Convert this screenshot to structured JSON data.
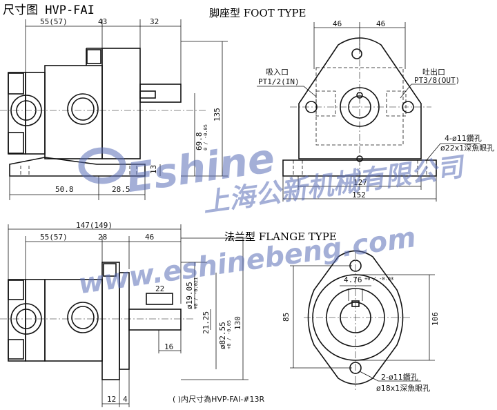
{
  "title": "尺寸图 HVP-FAI",
  "foot_type": {
    "header": "脚座型 FOOT TYPE",
    "side_dims": {
      "d1": "55(57)",
      "d2": "43",
      "d3": "32",
      "d4": "50.8",
      "d5": "28.5",
      "d6": "135",
      "d7": "69.8",
      "d7_tol": "0 / -0.05",
      "d8": "13"
    },
    "front_dims": {
      "w1": "46",
      "w2": "46",
      "w3": "127",
      "w4": "152"
    },
    "inlet_label": "吸入口",
    "inlet_port": "PT1/2(IN)",
    "outlet_label": "吐出口",
    "outlet_port": "PT3/8(OUT)",
    "hole_note1": "4-ø11鑽孔",
    "hole_note2": "ø22x1深魚眼孔"
  },
  "flange_type": {
    "header": "法兰型 FLANGE TYPE",
    "side_dims": {
      "d1": "147(149)",
      "d2": "55(57)",
      "d3": "28",
      "d4": "46",
      "d5": "22",
      "d6": "21.25",
      "d7": "16",
      "d8": "12",
      "d9": "4",
      "d10": "130"
    },
    "shaft_dia": "ø19.05",
    "shaft_tol": "+0 / -0.021",
    "pilot_dia": "ø82.55",
    "pilot_tol": "+0 / -0.05",
    "key_width": "4.76",
    "key_tol": "+0 / -0.03",
    "front_dims": {
      "h1": "85",
      "h2": "106"
    },
    "hole_note1": "2-ø11鑽孔",
    "hole_note2": "ø18x1深魚眼孔",
    "footnote": "( )内尺寸為HVP-FAI-#13R"
  },
  "watermark": {
    "logo": "Eshine",
    "company": "上海公新机械有限公司",
    "url": "www.eshinebeng.com"
  },
  "colors": {
    "line": "#111111",
    "watermark": "#5a6fb8"
  }
}
